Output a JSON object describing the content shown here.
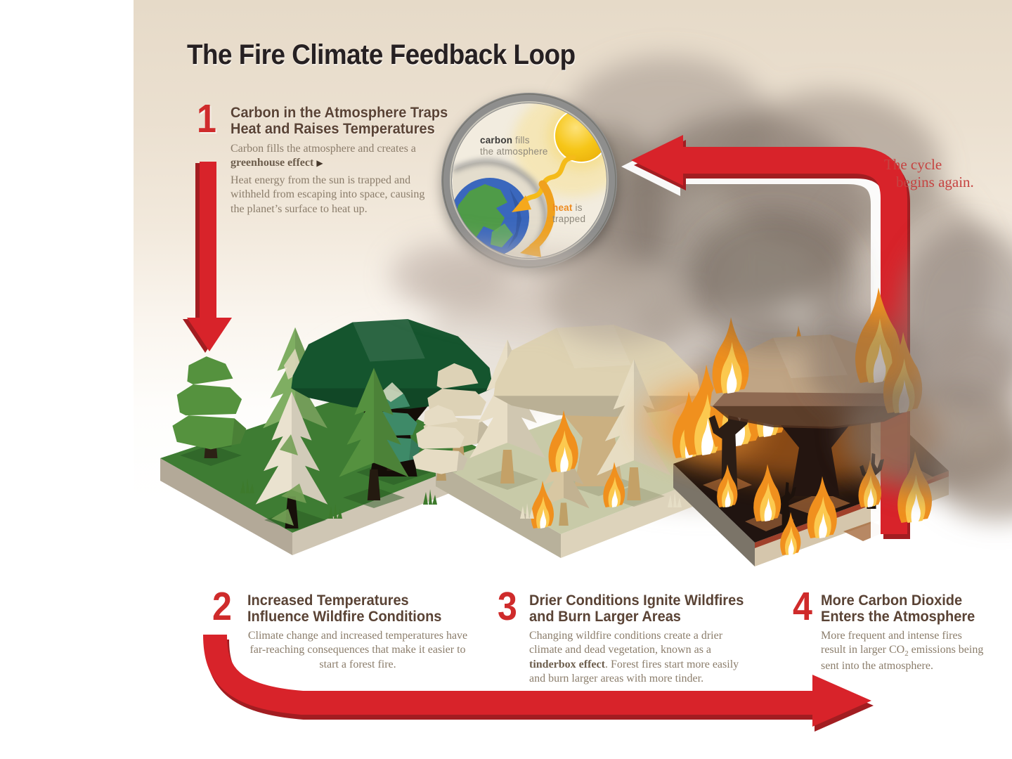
{
  "title": "The Fire Climate Feedback Loop",
  "cycle_note": {
    "line1": "The cycle",
    "line2": "begins again."
  },
  "inset": {
    "carbon_bold": "carbon",
    "carbon_rest": " fills",
    "carbon_line2": "the atmosphere",
    "heat_bold": "heat",
    "heat_rest": " is",
    "heat_line2": "trapped"
  },
  "steps": [
    {
      "number": "1",
      "heading1": "Carbon in the Atmosphere Traps",
      "heading2": "Heat and Raises Temperatures",
      "body1_pre": "Carbon fills the atmosphere and creates a ",
      "body1_bold": "greenhouse effect",
      "body1_arrow": "▶",
      "body2": "Heat energy from the sun is trapped and withheld from escaping into space, causing the planet’s surface to heat up."
    },
    {
      "number": "2",
      "heading1": "Increased Temperatures",
      "heading2": "Influence Wildfire Conditions",
      "body": "Climate change and increased temperatures have far-reaching consequences that make it easier to start a forest fire."
    },
    {
      "number": "3",
      "heading1": "Drier Conditions Ignite Wildfires",
      "heading2": "and Burn Larger Areas",
      "body_pre": "Changing wildfire conditions create a drier climate and dead vegetation, known as a ",
      "body_bold": "tinderbox effect",
      "body_post": ". Forest fires start more easily and burn larger areas with more tinder."
    },
    {
      "number": "4",
      "heading1": "More Carbon Dioxide",
      "heading2": "Enters the Atmosphere",
      "body_pre": "More frequent and intense fires result in larger CO",
      "body_sub": "2",
      "body_post": " emissions being sent into the atmosphere."
    }
  ],
  "colors": {
    "accent_red": "#d8232a",
    "accent_red_dark": "#a21d21",
    "heading_brown": "#5a4335",
    "body_text": "#8b7d6b",
    "background_beige": "#e6dac8",
    "sun_yellow": "#f6c618",
    "heat_orange": "#ee8b1e",
    "healthy_green": "#3e7c33",
    "dry_sage": "#c8caa8",
    "burnt_black": "#201410"
  }
}
